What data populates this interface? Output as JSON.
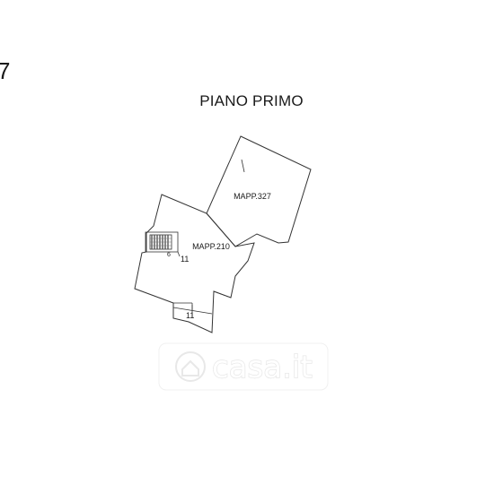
{
  "page": {
    "corner_mark": "7",
    "title": "PIANO PRIMO"
  },
  "plan": {
    "rooms": [
      {
        "id": "mapp-327",
        "label": "MAPP.327"
      },
      {
        "id": "mapp-210",
        "label": "MAPP.210"
      }
    ],
    "dimensions": [
      {
        "id": "dim-stair",
        "label": "11"
      },
      {
        "id": "dim-bottom",
        "label": "11"
      }
    ],
    "stair_marker": "6"
  },
  "watermark": {
    "brand": "casa.it"
  },
  "colors": {
    "line": "#333333",
    "text": "#1a1a1a",
    "watermark": "#e6e6e6"
  }
}
